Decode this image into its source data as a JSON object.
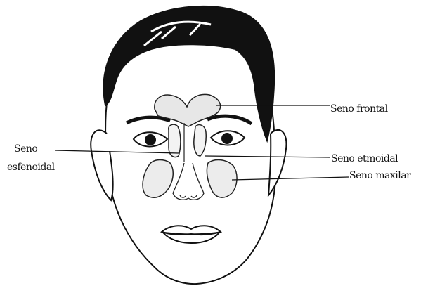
{
  "labels": {
    "frontal": "Seno frontal",
    "esfenoidal_line1": "Seno",
    "esfenoidal_line2": "esfenoidal",
    "etmoidal": "Seno etmoidal",
    "maxilar": "Seno maxilar"
  }
}
